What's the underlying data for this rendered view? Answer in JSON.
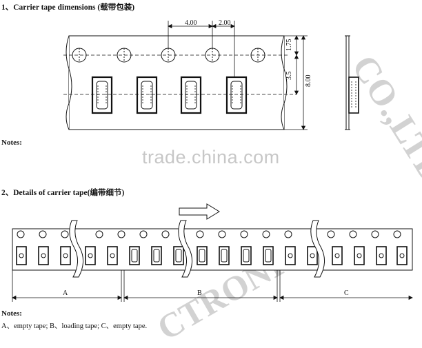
{
  "section1": {
    "heading": "1、Carrier tape dimensions (载带包装)",
    "dim_pitch": "4.00",
    "dim_hole_pitch": "2.00",
    "dim_hole_offset": "1.75",
    "dim_center": "3.5",
    "dim_width": "8.00",
    "notes_label": "Notes:"
  },
  "section2": {
    "heading": "2、Details of carrier tape(编带细节)",
    "label_a": "A",
    "label_b": "B",
    "label_c": "C",
    "notes_label": "Notes:",
    "notes_text": "A、empty tape; B、loading tape; C、empty tape."
  },
  "watermarks": {
    "trade": "trade.china.com",
    "company_tail": "CO.,LTD",
    "company_mid": "CTRONIC"
  },
  "colors": {
    "line": "#111111",
    "watermark": "#c7c7c7"
  }
}
